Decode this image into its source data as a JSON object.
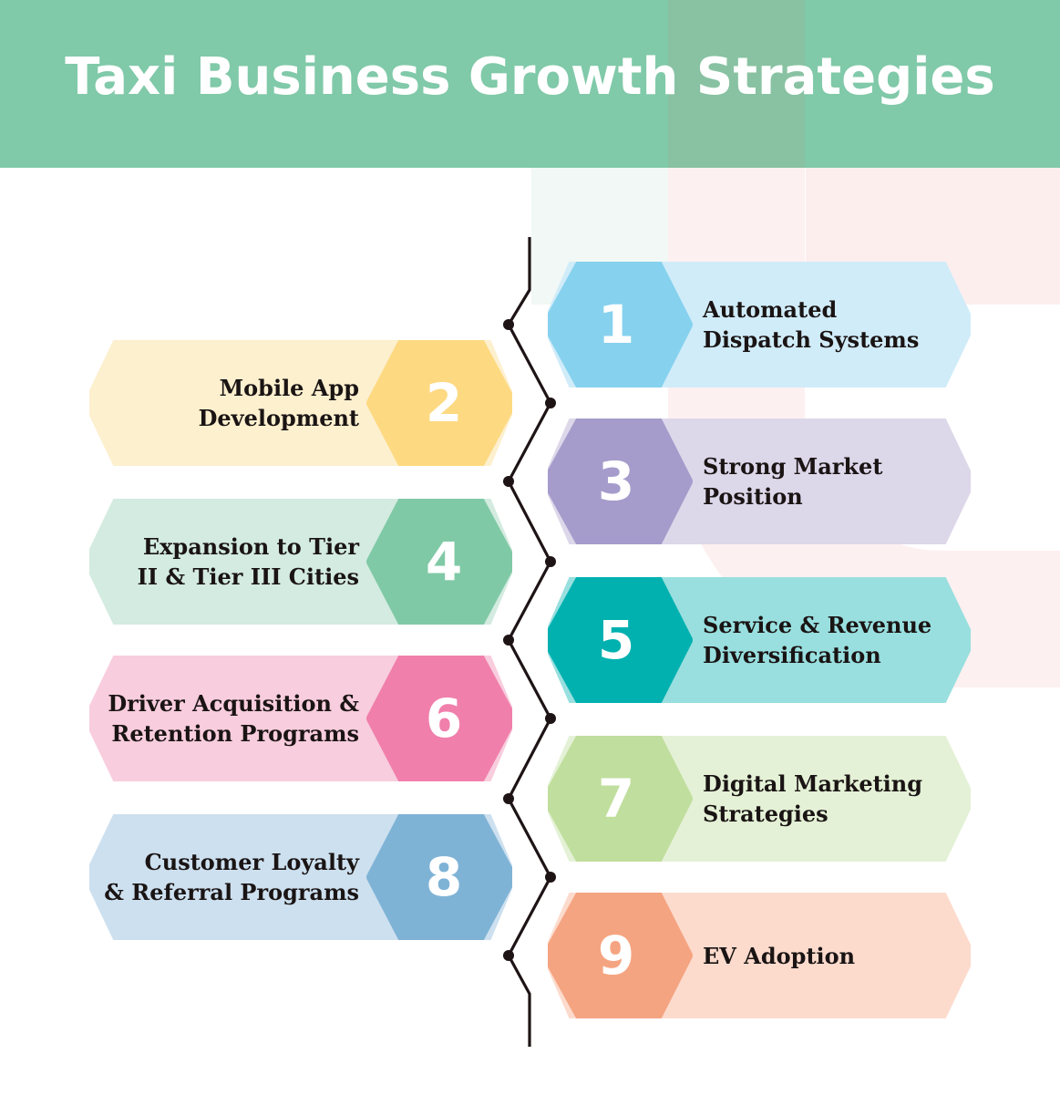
{
  "title": "Taxi Business Growth Strategies",
  "colors": {
    "header_bg": "#80c9a9",
    "line": "#1e1416"
  },
  "items": [
    {
      "number": "1",
      "label_line1": "Automated",
      "label_line2": "Dispatch Systems",
      "side": "right",
      "accent": "#86d1ee",
      "light": "#d0ecf9"
    },
    {
      "number": "2",
      "label_line1": "Mobile App",
      "label_line2": "Development",
      "side": "left",
      "accent": "#fdd981",
      "light": "#fdf0cf"
    },
    {
      "number": "3",
      "label_line1": "Strong Market",
      "label_line2": "Position",
      "side": "right",
      "accent": "#a59ccb",
      "light": "#ddd7ea"
    },
    {
      "number": "4",
      "label_line1": "Expansion to Tier",
      "label_line2": "II & Tier III Cities",
      "side": "left",
      "accent": "#80c9a6",
      "light": "#d3ebe0"
    },
    {
      "number": "5",
      "label_line1": "Service & Revenue",
      "label_line2": "Diversification",
      "side": "right",
      "accent": "#00b1b0",
      "light": "#99dfdf"
    },
    {
      "number": "6",
      "label_line1": "Driver Acquisition &",
      "label_line2": "Retention Programs",
      "side": "left",
      "accent": "#f07fab",
      "light": "#f8cddd"
    },
    {
      "number": "7",
      "label_line1": "Digital Marketing",
      "label_line2": "Strategies",
      "side": "right",
      "accent": "#c0de9d",
      "light": "#e4f1d6"
    },
    {
      "number": "8",
      "label_line1": "Customer Loyalty",
      "label_line2": "& Referral Programs",
      "side": "left",
      "accent": "#7fb3d6",
      "light": "#cde0ef"
    },
    {
      "number": "9",
      "label_line1": "EV Adoption",
      "label_line2": "",
      "side": "right",
      "accent": "#f5a481",
      "light": "#fcdbcd"
    }
  ]
}
